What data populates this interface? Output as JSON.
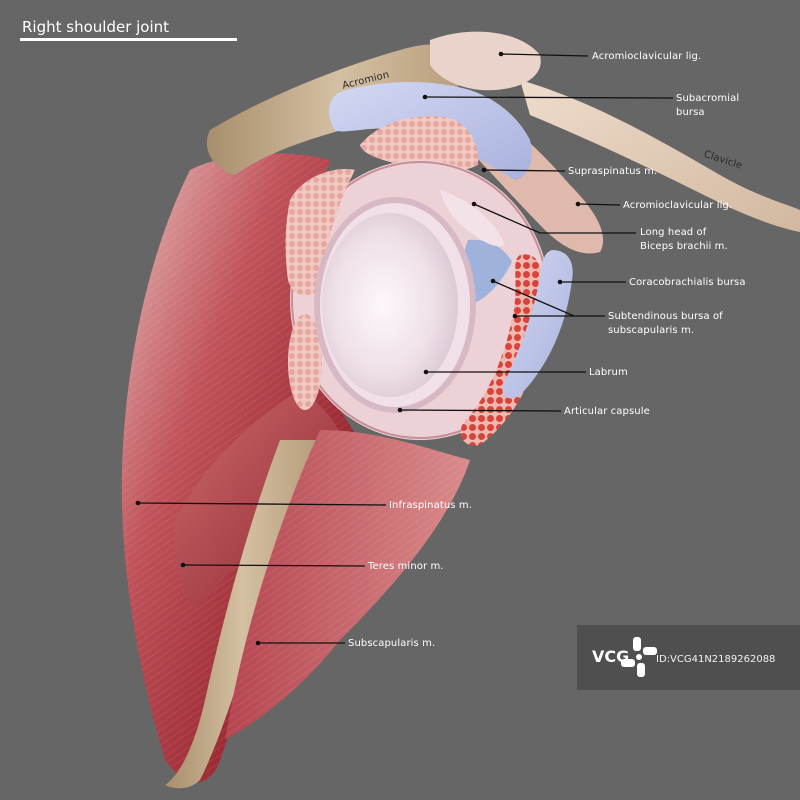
{
  "diagram": {
    "title": "Right shoulder joint",
    "labels": {
      "acromion": "Acromion",
      "clavicle": "Clavicle",
      "acromioclavicular_lig_top": "Acromioclavicular lig.",
      "subacromial_bursa_line1": "Subacromial",
      "subacromial_bursa_line2": "bursa",
      "supraspinatus": "Supraspinatus m.",
      "acromioclavicular_lig_mid": "Acromioclavicular lig.",
      "biceps_line1": "Long head of",
      "biceps_line2": "Biceps brachii m.",
      "coracobrachialis_bursa": "Coracobrachialis bursa",
      "subtendinous_line1": "Subtendinous bursa of",
      "subtendinous_line2": "subscapularis m.",
      "labrum": "Labrum",
      "articular_capsule": "Articular capsule",
      "infraspinatus": "Infraspinatus m.",
      "teres_minor": "Teres minor m.",
      "subscapularis": "Subscapularis m."
    }
  },
  "watermark": {
    "logo": "VCG",
    "id": "ID:VCG41N2189262088"
  },
  "colors": {
    "background": "#666666",
    "muscle_red": "#a8343a",
    "muscle_pink": "#e8b6b0",
    "bone": "#c9b497",
    "cartilage": "#f1e6ec",
    "bursa_blue": "#b9c1e6",
    "label_white": "#ffffff"
  }
}
